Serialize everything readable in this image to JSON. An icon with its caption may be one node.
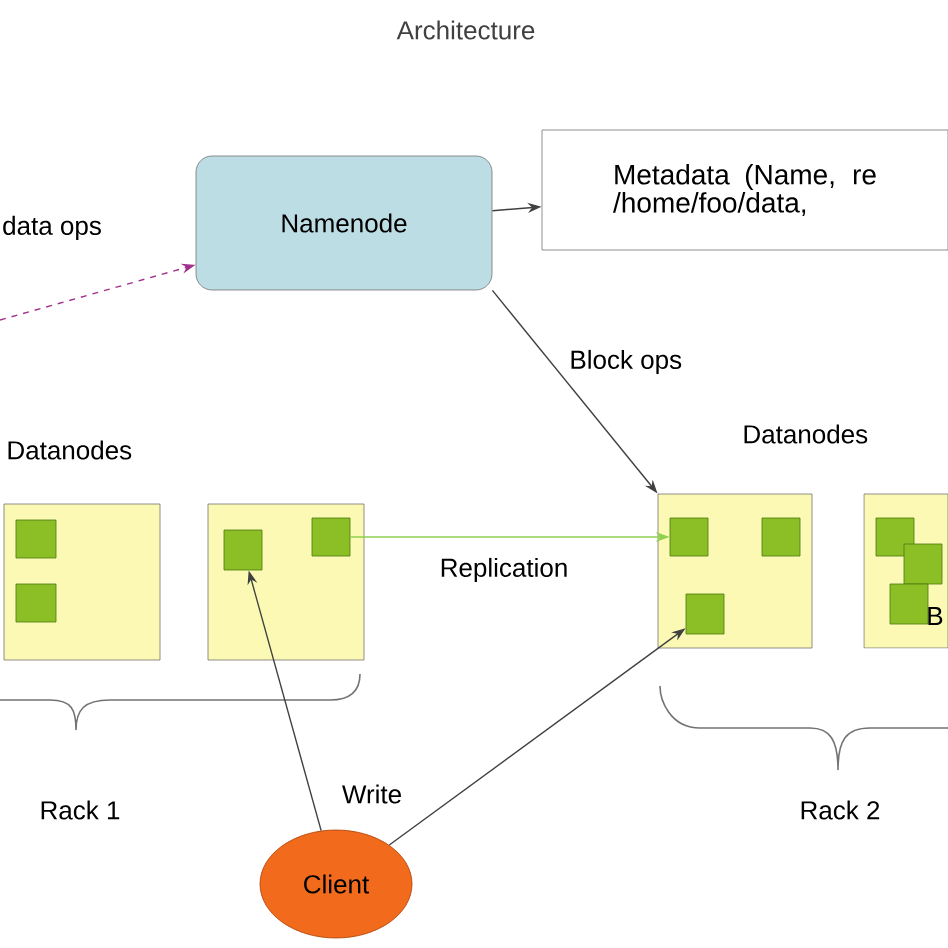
{
  "diagram": {
    "title": "Architecture",
    "nodes": [
      {
        "text": [
          "Namenode"
        ]
      },
      {
        "text": [
          "Metadata (Name, re /home/foo/data,"
        ]
      },
      {
        "text": [],
        "shape": "box"
      },
      {
        "text": [],
        "shape": "box",
        "in": 2
      },
      {
        "text": [],
        "shape": "box",
        "in": 2
      },
      {
        "text": [],
        "shape": "box"
      },
      {
        "text": [],
        "shape": "box",
        "in": 5
      },
      {
        "text": [],
        "shape": "box",
        "in": 5
      },
      {
        "text": [],
        "shape": "box"
      },
      {
        "text": [],
        "shape": "box",
        "in": 8
      },
      {
        "text": [],
        "shape": "box",
        "in": 8
      },
      {
        "text": [],
        "shape": "box",
        "in": 8
      },
      {
        "text": [],
        "shape": "box"
      },
      {
        "text": [],
        "shape": "box",
        "in": 12
      },
      {
        "text": [],
        "shape": "box",
        "in": 12
      },
      {
        "text": [],
        "shape": "box",
        "in": 12
      },
      {
        "text": [
          "Client"
        ]
      }
    ],
    "edges": [
      {
        "from": null,
        "to": 0,
        "arrow": "to",
        "label": "data ops",
        "style": "dashed",
        "color": "#a0308a"
      },
      {
        "from": 0,
        "to": 1,
        "arrow": "to"
      },
      {
        "from": 0,
        "to": 8,
        "arrow": "to",
        "label": "Block ops"
      },
      {
        "from": 7,
        "to": 9,
        "arrow": "to",
        "label": "Replication",
        "color": "#8fd14f"
      },
      {
        "from": 16,
        "to": 6,
        "arrow": "to",
        "label": "Write"
      },
      {
        "from": 16,
        "to": 11,
        "arrow": "to"
      }
    ],
    "labels": [
      "Datanodes",
      "Datanodes",
      "B",
      "Rack 1",
      "Rack 2"
    ]
  }
}
